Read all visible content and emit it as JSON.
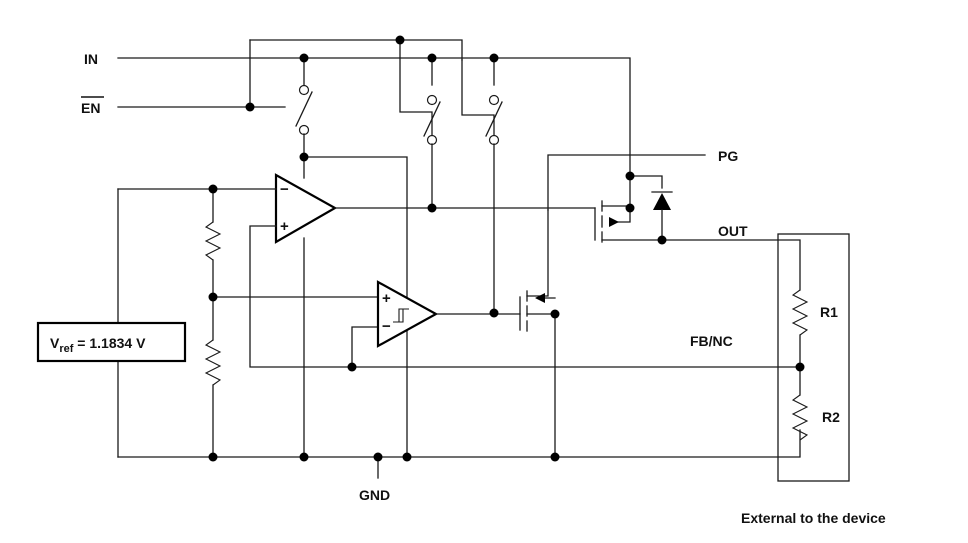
{
  "labels": {
    "in": "IN",
    "en": "EN",
    "pg": "PG",
    "out": "OUT",
    "fb_nc": "FB/NC",
    "r1": "R1",
    "r2": "R2",
    "gnd": "GND",
    "external": "External to the device"
  },
  "vref": {
    "prefix": "V",
    "subscript": "ref",
    "value": " = 1.1834  V"
  },
  "symbols": {
    "minus": "−",
    "plus": "+"
  }
}
